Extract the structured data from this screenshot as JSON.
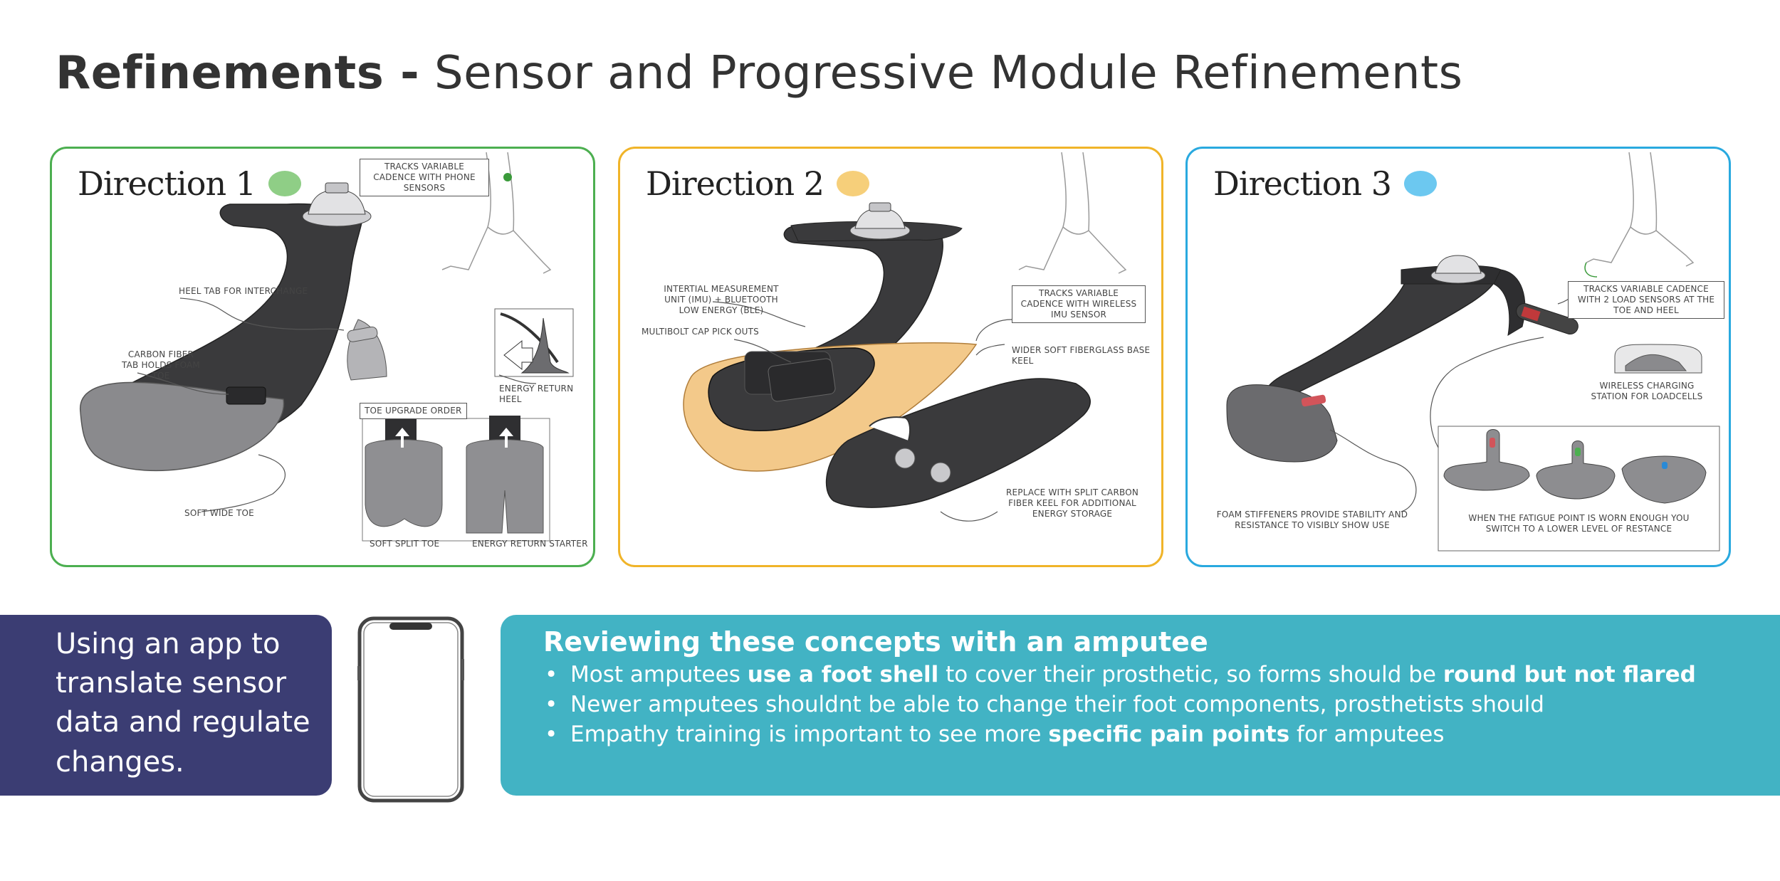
{
  "header": {
    "title_bold": "Refinements -",
    "title_rest": " Sensor and Progressive Module Refinements"
  },
  "colors": {
    "direction_1": "#8fce86",
    "direction_2": "#f6cf7a",
    "direction_3": "#6cc8f0",
    "app_box": "#3b3d73",
    "review_box": "#42b3c4"
  },
  "directions": [
    {
      "title": "Direction 1",
      "notes": {
        "cadence": "Tracks variable cadence with phone sensors",
        "heel_tab": "Heel tab for interchange",
        "carbon_tab": "Carbon fiber tab holds foam toe",
        "energy_heel": "Energy return heel",
        "toe_order": "Toe upgrade order",
        "soft_wide": "Soft wide toe",
        "soft_split": "Soft split toe",
        "energy_starter": "Energy return starter"
      }
    },
    {
      "title": "Direction 2",
      "notes": {
        "imu": "Intertial measurement unit (IMU) + bluetooth low energy (BLE)",
        "bolt": "Multibolt cap pick outs",
        "cadence": "Tracks variable cadence with wireless IMU sensor",
        "keel": "Wider soft fiberglass base keel",
        "replace": "Replace with split carbon fiber keel for additional energy storage"
      }
    },
    {
      "title": "Direction 3",
      "notes": {
        "cadence": "Tracks variable cadence with 2 load sensors at the toe and heel",
        "charging": "Wireless charging station for loadcells",
        "foam": "Foam stiffeners provide stability and resistance to visibly show use",
        "fatigue": "When the fatigue point is worn enough you switch to a lower level of restance"
      }
    }
  ],
  "app_box": {
    "text": "Using an app to translate sensor data and regulate changes."
  },
  "review": {
    "heading": "Reviewing these concepts with an amputee",
    "b1_a": "Most amputees ",
    "b1_b": "use a foot shell",
    "b1_c": " to cover their prosthetic, so forms should be ",
    "b1_d": "round but not flared",
    "b2": "Newer amputees shouldnt be able to change their foot components, prosthetists should",
    "b3_a": "Empathy training is important to see more ",
    "b3_b": "specific pain points",
    "b3_c": " for amputees"
  }
}
